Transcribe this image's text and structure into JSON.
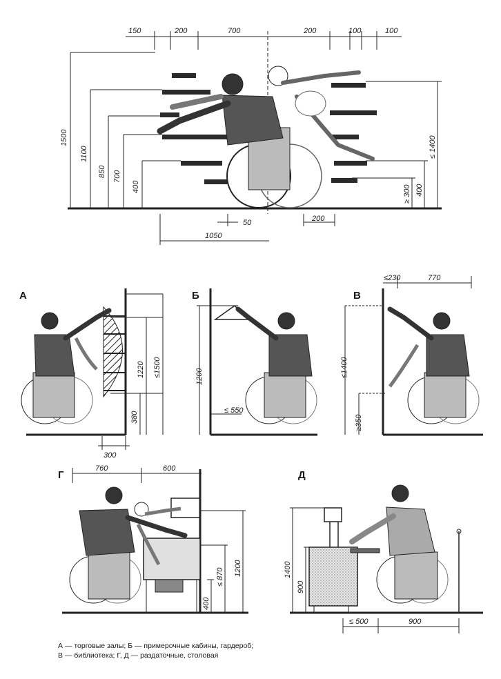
{
  "top": {
    "dims_top": [
      "150",
      "200",
      "700",
      "200",
      "100",
      "100"
    ],
    "dims_left": [
      "1500",
      "1100",
      "850",
      "700",
      "400"
    ],
    "dims_right": [
      "≤ 1400",
      "400",
      "≥ 300"
    ],
    "dims_bottom": [
      "50",
      "1050",
      "200"
    ]
  },
  "panel_a": {
    "letter": "А",
    "dims": [
      "1220",
      "≤1500",
      "380",
      "300"
    ]
  },
  "panel_b": {
    "letter": "Б",
    "dims": [
      "1200",
      "≤ 550"
    ]
  },
  "panel_v": {
    "letter": "В",
    "dims": [
      "≤230",
      "770",
      "≤1400",
      "≥350"
    ]
  },
  "panel_g": {
    "letter": "Г",
    "dims": [
      "760",
      "600",
      "1200",
      "≤ 870",
      "400"
    ]
  },
  "panel_d": {
    "letter": "Д",
    "dims": [
      "1400",
      "900",
      "≤ 500",
      "900"
    ]
  },
  "caption": {
    "line1": "А — торговые залы; Б — примерочные кабины, гардероб;",
    "line2": "В — библиотека;  Г, Д — раздаточные, столовая"
  }
}
